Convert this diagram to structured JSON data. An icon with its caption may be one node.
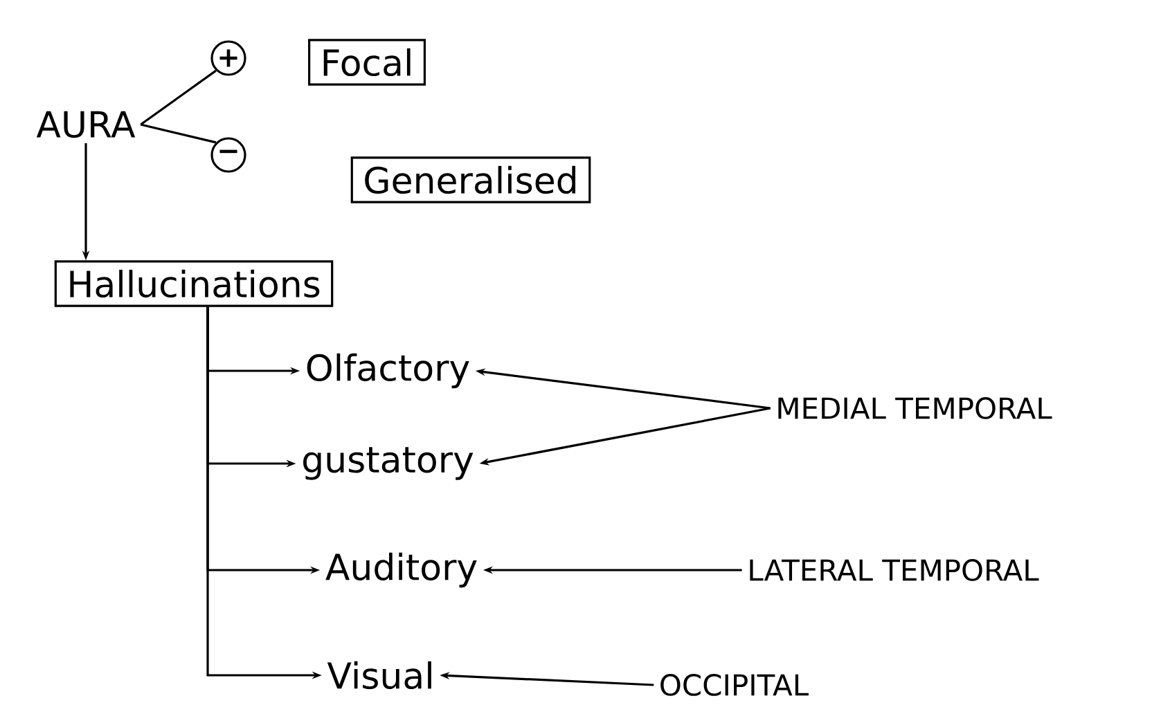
{
  "diagram": {
    "nodes": [
      {
        "text": [
          "AURA"
        ]
      },
      {
        "text": [
          "+"
        ]
      },
      {
        "text": [
          "Focal"
        ]
      },
      {
        "text": [
          "−"
        ]
      },
      {
        "text": [
          "Generalised"
        ]
      },
      {
        "text": [
          "Hallucinations"
        ]
      },
      {
        "text": [
          "Olfactory"
        ]
      },
      {
        "text": [
          "gustatory"
        ]
      },
      {
        "text": [
          "Auditory"
        ]
      },
      {
        "text": [
          "Visual"
        ]
      },
      {
        "text": [
          "MEDIAL TEMPORAL"
        ]
      },
      {
        "text": [
          "LATERAL TEMPORAL"
        ]
      },
      {
        "text": [
          "OCCIPITAL"
        ]
      }
    ],
    "edges": [
      {
        "from": 0,
        "to": 1,
        "arrow": "none"
      },
      {
        "from": 0,
        "to": 3,
        "arrow": "none"
      },
      {
        "from": 0,
        "to": 5,
        "arrow": "to"
      },
      {
        "from": 5,
        "to": 6,
        "arrow": "to"
      },
      {
        "from": 5,
        "to": 7,
        "arrow": "to"
      },
      {
        "from": 5,
        "to": 8,
        "arrow": "to"
      },
      {
        "from": 5,
        "to": 9,
        "arrow": "to"
      },
      {
        "from": 10,
        "to": 6,
        "arrow": "to"
      },
      {
        "from": 10,
        "to": 7,
        "arrow": "to"
      },
      {
        "from": 11,
        "to": 8,
        "arrow": "to"
      },
      {
        "from": 12,
        "to": 9,
        "arrow": "to"
      }
    ]
  }
}
